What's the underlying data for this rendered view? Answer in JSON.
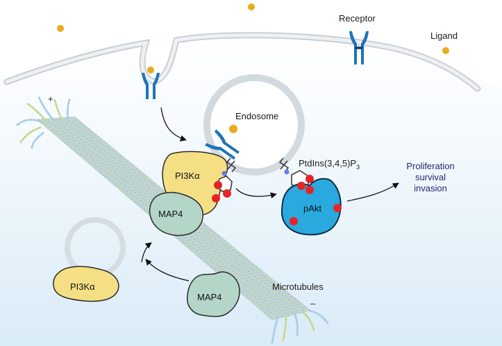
{
  "labels": {
    "receptor": "Receptor",
    "ligand": "Ligand",
    "endosome": "Endosome",
    "lipid_main": "PtdIns(3,4,5)P",
    "lipid_sub": "3",
    "pi3k_bound": "PI3Kα",
    "pi3k_free": "PI3Kα",
    "map4_bound": "MAP4",
    "map4_free": "MAP4",
    "pakt": "pAkt",
    "microtubules": "Microtubules",
    "plus_end": "+",
    "minus_end": "–"
  },
  "outcomes": [
    "Proliferation",
    "survival",
    "invasion"
  ],
  "colors": {
    "receptor": "#1f74b8",
    "ligand": "#e7ad1f",
    "pi3k": "#f5df85",
    "map4": "#b3d6c8",
    "pakt": "#2aa9df",
    "phosphate": "#e42527",
    "outcome_text": "#1f2a6e",
    "membrane": "#e4e8ec"
  }
}
